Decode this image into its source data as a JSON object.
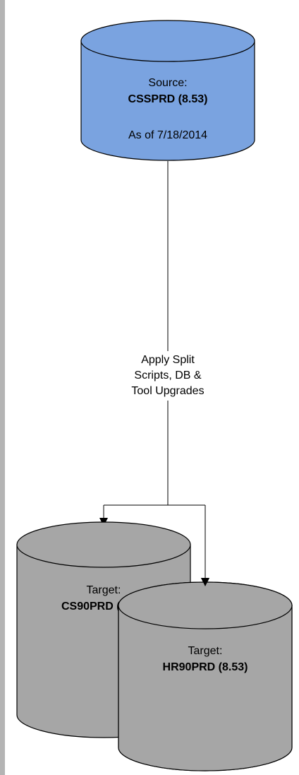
{
  "source": {
    "label": "Source:",
    "name": "CSSPRD (8.53)",
    "date": "As of 7/18/2014",
    "fill": "#7aa3e0"
  },
  "step": {
    "line1": "Apply Split",
    "line2": "Scripts, DB &",
    "line3": "Tool Upgrades"
  },
  "target_cs": {
    "label": "Target:",
    "name": "CS90PRD (8.53)",
    "fill": "#a6a6a6"
  },
  "target_hr": {
    "label": "Target:",
    "name": "HR90PRD (8.53)",
    "fill": "#a6a6a6"
  }
}
